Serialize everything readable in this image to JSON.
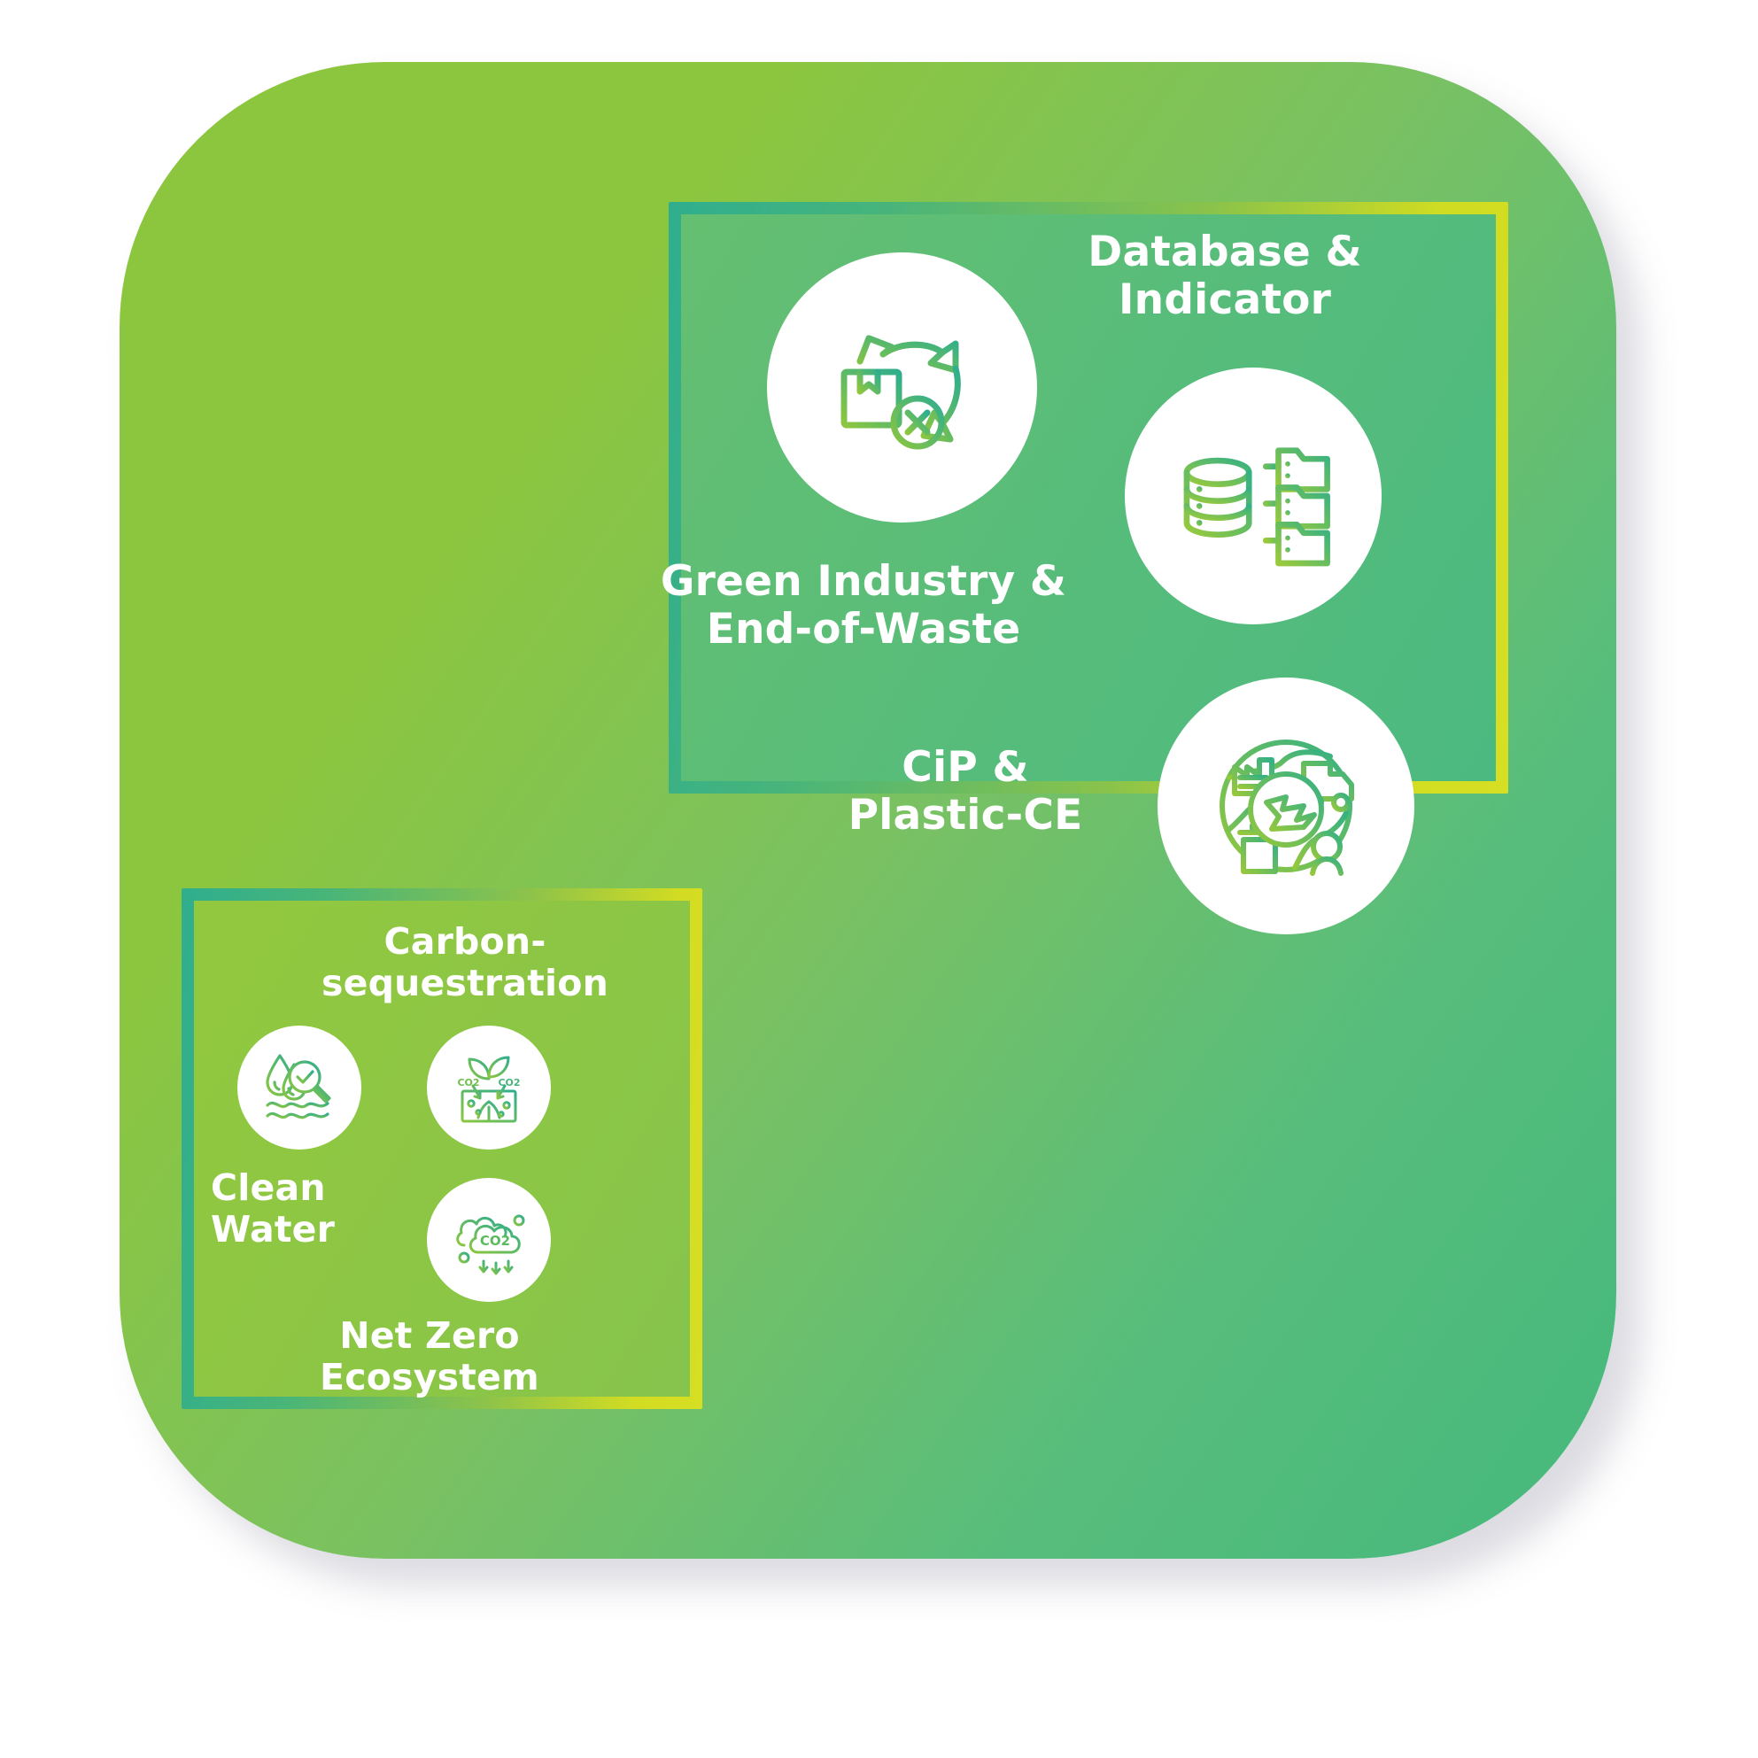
{
  "diagram": {
    "title_visible": false,
    "background": {
      "shape": "rounded-square",
      "gradient_from": "#8CC63F",
      "gradient_to": "#45B97C"
    },
    "groups": [
      {
        "id": "top-right",
        "name": "Green Industry and Data group",
        "border_gradient_from": "#2FAE8E",
        "border_gradient_to": "#D7DF23",
        "labels": [
          {
            "id": "database-indicator",
            "text": "Database &\nIndicator"
          },
          {
            "id": "green-industry",
            "text": "Green Industry &\nEnd-of-Waste"
          },
          {
            "id": "cip-plastic-ce",
            "text": "CiP &\nPlastic-CE"
          }
        ],
        "icons": [
          {
            "id": "green-industry-icon",
            "name": "recycle-box-reject-icon"
          },
          {
            "id": "database-icon",
            "name": "database-folders-icon"
          },
          {
            "id": "cip-icon",
            "name": "circular-economy-globe-icon"
          }
        ]
      },
      {
        "id": "bottom-left",
        "name": "Net Zero Ecosystem group",
        "border_gradient_from": "#2FAE8E",
        "border_gradient_to": "#D7DF23",
        "labels": [
          {
            "id": "carbon-sequestration",
            "text": "Carbon-\nsequestration"
          },
          {
            "id": "clean-water",
            "text": "Clean\nWater"
          },
          {
            "id": "net-zero-ecosystem",
            "text": "Net Zero Ecosystem"
          }
        ],
        "icons": [
          {
            "id": "clean-water-icon",
            "name": "water-drops-magnifier-icon"
          },
          {
            "id": "carbon-soil-icon",
            "name": "co2-plant-soil-icon"
          },
          {
            "id": "co2-cloud-icon",
            "name": "co2-cloud-arrows-icon"
          }
        ]
      }
    ],
    "icon_label_texts": {
      "co2_cloud": "CO2",
      "co2_soil_left": "CO2",
      "co2_soil_right": "CO2"
    },
    "colors": {
      "text": "#FFFFFF",
      "bubble": "#FFFFFF",
      "icon_gradient_from": "#8CC63F",
      "icon_gradient_to": "#2FAE8E",
      "accent_yellow": "#D7DF23",
      "accent_teal": "#2FAE8E"
    }
  }
}
